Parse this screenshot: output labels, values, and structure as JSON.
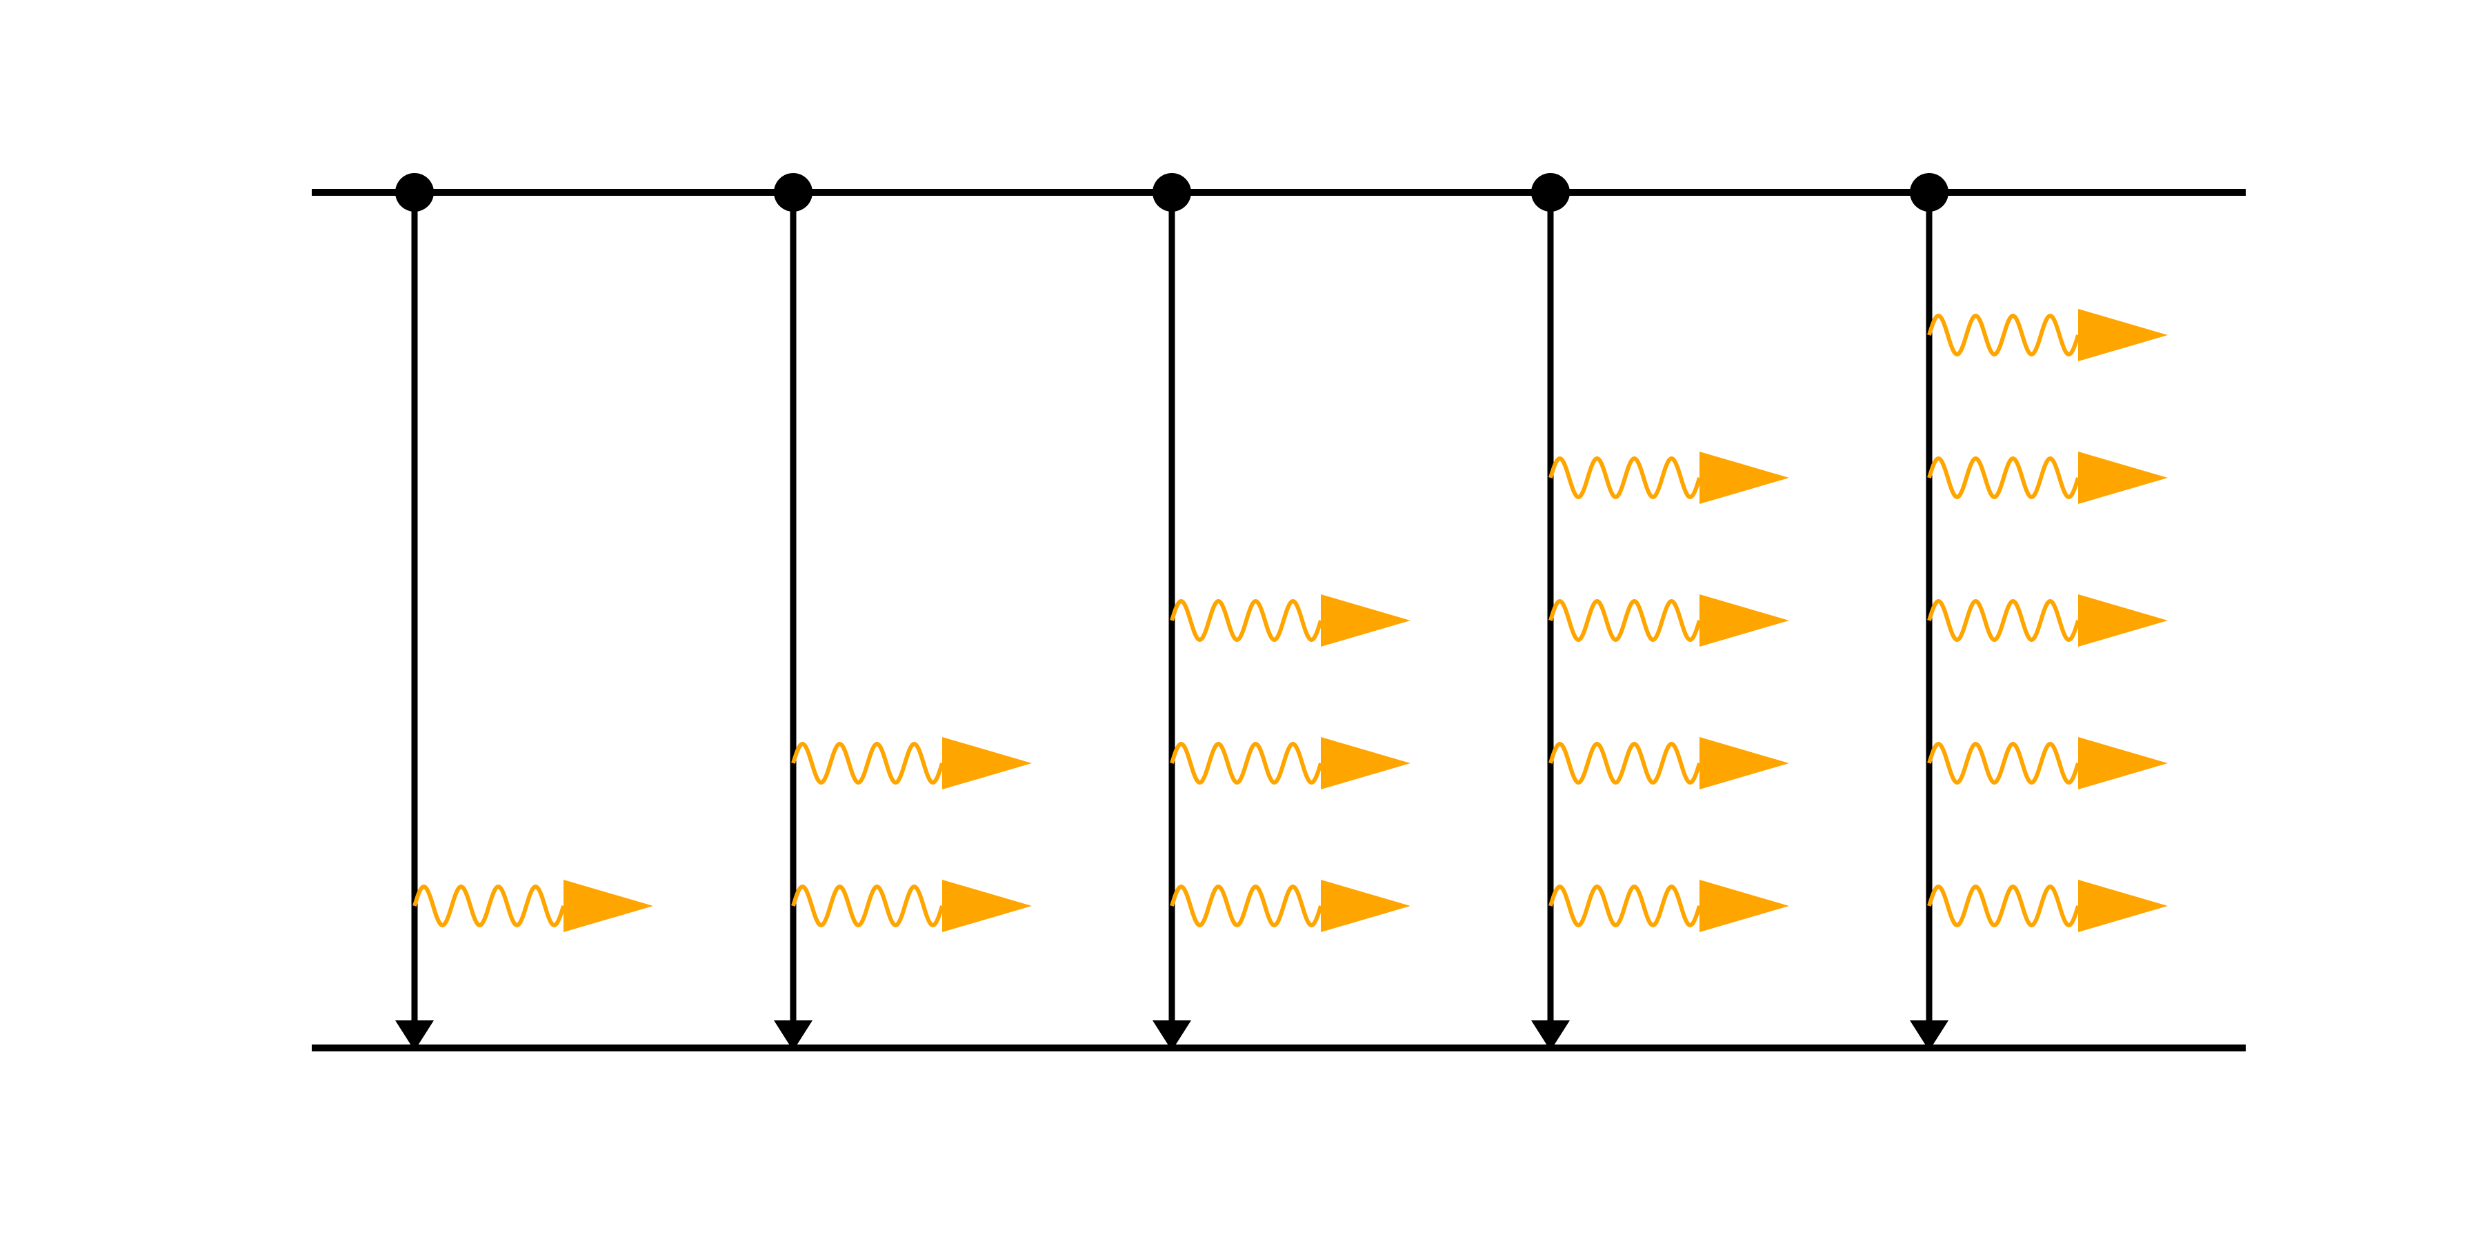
{
  "diagram": {
    "levels": [
      "upper",
      "lower"
    ],
    "transitions": [
      {
        "photon_count": 1
      },
      {
        "photon_count": 2
      },
      {
        "photon_count": 3
      },
      {
        "photon_count": 4
      },
      {
        "photon_count": 5
      }
    ],
    "colors": {
      "lines": "#000000",
      "photons": "#FFA500"
    },
    "icons": {
      "start": "filled-circle-dot",
      "end": "arrowhead-down",
      "photon": "wavy-arrow-right"
    }
  }
}
